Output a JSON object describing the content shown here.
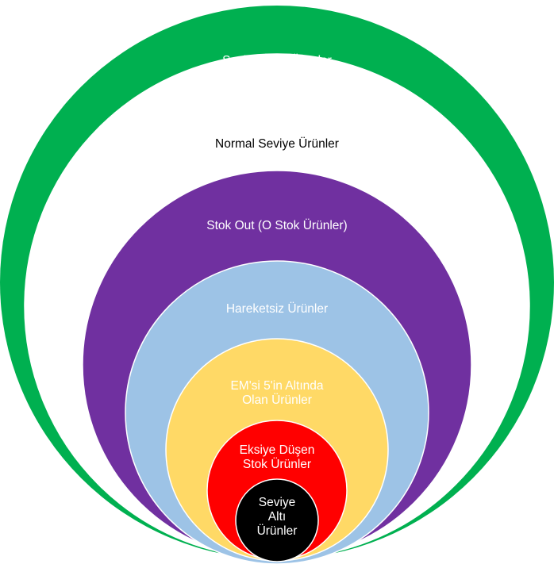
{
  "diagram": {
    "type": "nested-circles",
    "levels": [
      {
        "id": "seviye-ustu",
        "lines": [
          "Seviye Üstü Ürünler"
        ],
        "fill": "#00B050",
        "text_color": "#FFFFFF"
      },
      {
        "id": "normal-seviye",
        "lines": [
          "Normal Seviye Ürünler"
        ],
        "fill": "#FFFFFF",
        "text_color": "#000000"
      },
      {
        "id": "stok-out",
        "lines": [
          "Stok Out (O Stok Ürünler)"
        ],
        "fill": "#7030A0",
        "text_color": "#FFFFFF"
      },
      {
        "id": "hareketsiz",
        "lines": [
          "Hareketsiz Ürünler"
        ],
        "fill": "#9DC3E6",
        "text_color": "#FFFFFF"
      },
      {
        "id": "ems-5in-altinda",
        "lines": [
          "EM'si 5'in Altında",
          "Olan Ürünler"
        ],
        "fill": "#FFD966",
        "text_color": "#FFFFFF"
      },
      {
        "id": "eksiye-dusen",
        "lines": [
          "Eksiye Düşen",
          "Stok Ürünler"
        ],
        "fill": "#FF0000",
        "text_color": "#FFFFFF"
      },
      {
        "id": "seviye-alti",
        "lines": [
          "Seviye",
          "Altı",
          "Ürünler"
        ],
        "fill": "#000000",
        "text_color": "#FFFFFF"
      }
    ]
  }
}
